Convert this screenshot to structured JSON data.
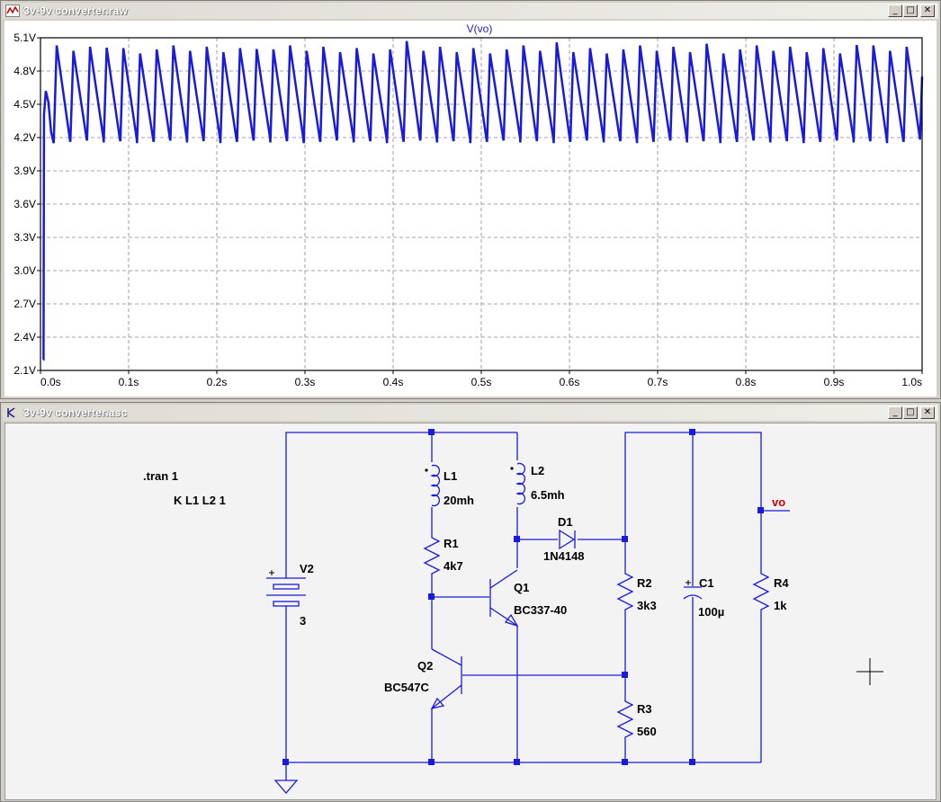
{
  "plot_window": {
    "title": "3v-9v converter.raw",
    "trace_label": "V(vo)",
    "y_ticks": [
      "5.1V",
      "4.8V",
      "4.5V",
      "4.2V",
      "3.9V",
      "3.6V",
      "3.3V",
      "3.0V",
      "2.7V",
      "2.4V",
      "2.1V"
    ],
    "x_ticks": [
      "0.0s",
      "0.1s",
      "0.2s",
      "0.3s",
      "0.4s",
      "0.5s",
      "0.6s",
      "0.7s",
      "0.8s",
      "0.9s",
      "1.0s"
    ],
    "trace_color": "#1a1adc"
  },
  "schematic_window": {
    "title": "3v-9v converter.asc",
    "directives": {
      "tran": ".tran 1",
      "coupling": "K L1 L2 1"
    },
    "components": {
      "V2": {
        "name": "V2",
        "value": "3"
      },
      "L1": {
        "name": "L1",
        "value": "20mh"
      },
      "L2": {
        "name": "L2",
        "value": "6.5mh"
      },
      "R1": {
        "name": "R1",
        "value": "4k7"
      },
      "Q1": {
        "name": "Q1",
        "value": "BC337-40"
      },
      "Q2": {
        "name": "Q2",
        "value": "BC547C"
      },
      "D1": {
        "name": "D1",
        "value": "1N4148"
      },
      "R2": {
        "name": "R2",
        "value": "3k3"
      },
      "R3": {
        "name": "R3",
        "value": "560"
      },
      "C1": {
        "name": "C1",
        "value": "100µ"
      },
      "R4": {
        "name": "R4",
        "value": "1k"
      }
    },
    "net_label": "vo",
    "wire_color": "#1a1adc",
    "net_label_color": "#d00000"
  },
  "chart_data": {
    "type": "line",
    "title": "",
    "series": [
      {
        "name": "V(vo)"
      }
    ],
    "xlabel": "",
    "ylabel": "",
    "xlim": [
      0,
      1.0
    ],
    "ylim": [
      2.1,
      5.1
    ],
    "grid": true,
    "waveform": {
      "initial_v": 2.2,
      "startup_peak_v": 4.62,
      "startup_t": 0.004,
      "ripple_min_v": 4.15,
      "ripple_max_v": 5.03,
      "cycles_in_1s": 52
    }
  }
}
